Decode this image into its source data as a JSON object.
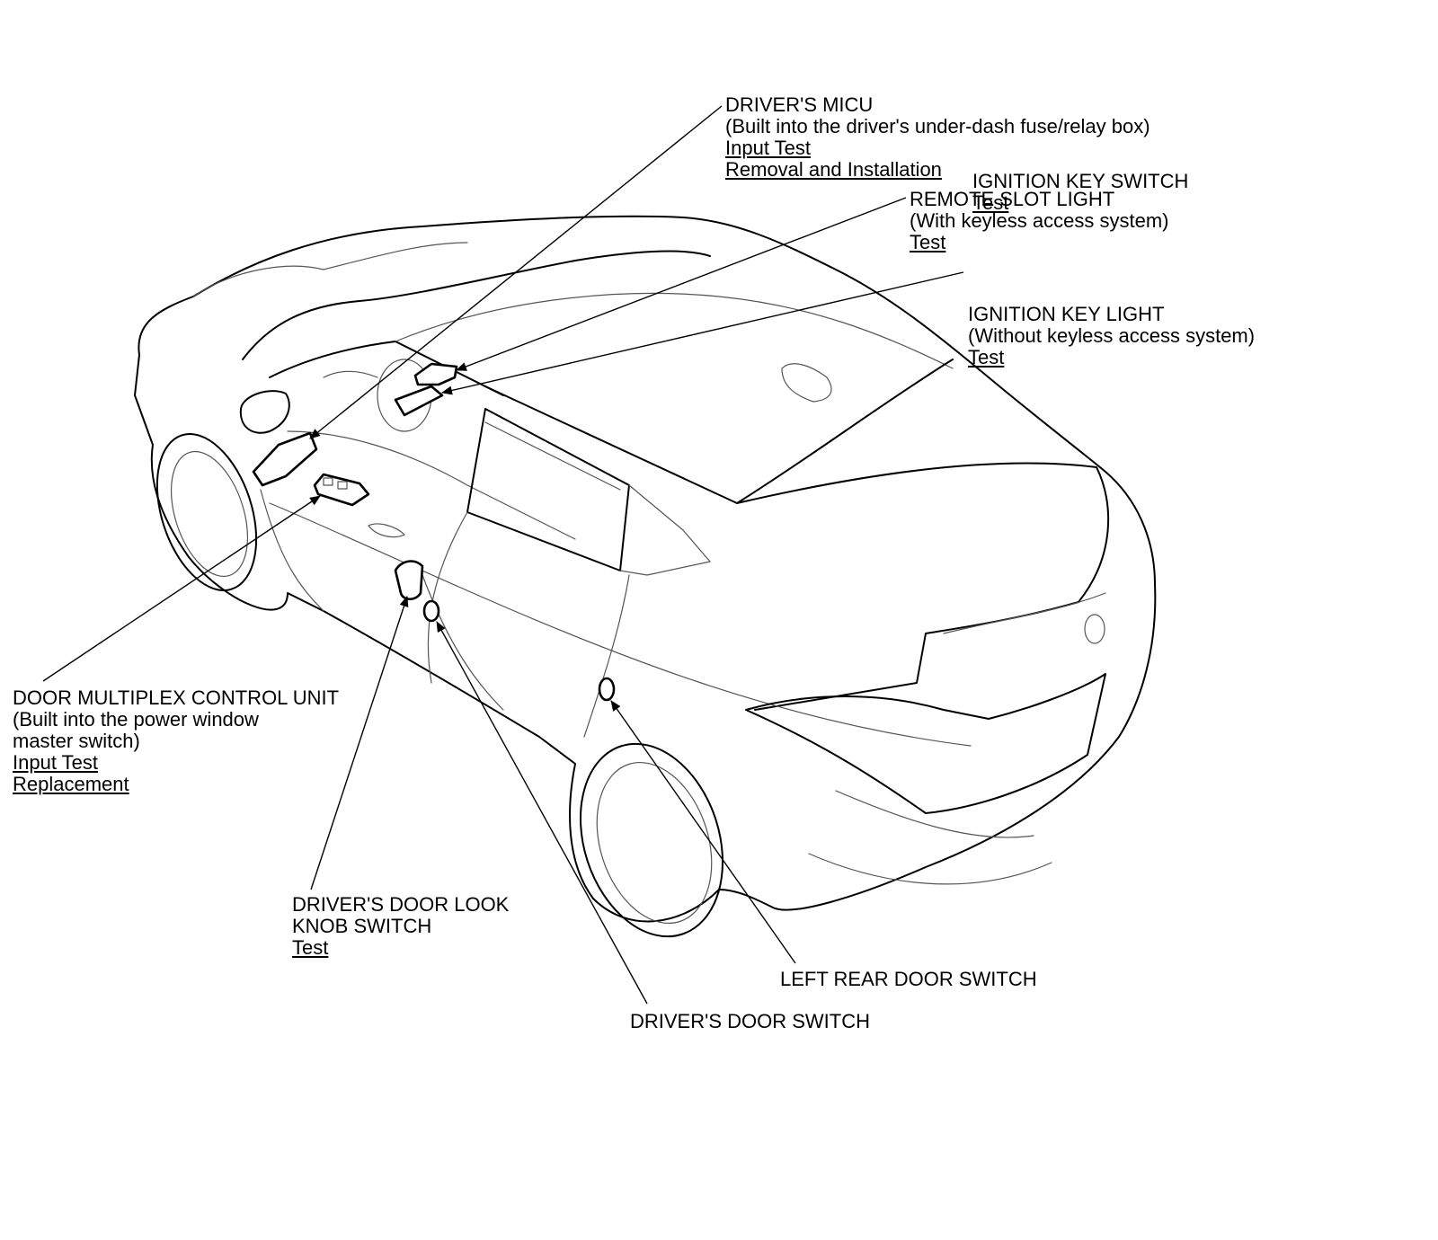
{
  "callouts": {
    "drivers_micu": {
      "title": "DRIVER'S MICU",
      "note": "(Built into the driver's under-dash fuse/relay box)",
      "links": [
        "Input Test",
        "Removal and Installation"
      ]
    },
    "ignition_key_switch": {
      "title": "IGNITION KEY SWITCH",
      "links": [
        "Test"
      ]
    },
    "remote_slot_light": {
      "title": "REMOTE SLOT LIGHT",
      "note": "(With keyless access system)",
      "links": [
        "Test"
      ]
    },
    "ignition_key_light": {
      "title": "IGNITION KEY LIGHT",
      "note": "(Without keyless access system)",
      "links": [
        "Test"
      ]
    },
    "door_multiplex_control_unit": {
      "title": "DOOR MULTIPLEX CONTROL UNIT",
      "note_lines": [
        "(Built into the power window",
        "master switch)"
      ],
      "links": [
        "Input Test",
        "Replacement"
      ]
    },
    "drivers_door_lock_knob_switch": {
      "title_lines": [
        "DRIVER'S DOOR LOOK",
        "KNOB SWITCH"
      ],
      "links": [
        "Test"
      ]
    },
    "left_rear_door_switch": {
      "title": "LEFT REAR DOOR SWITCH"
    },
    "drivers_door_switch": {
      "title": "DRIVER'S DOOR SWITCH"
    }
  }
}
